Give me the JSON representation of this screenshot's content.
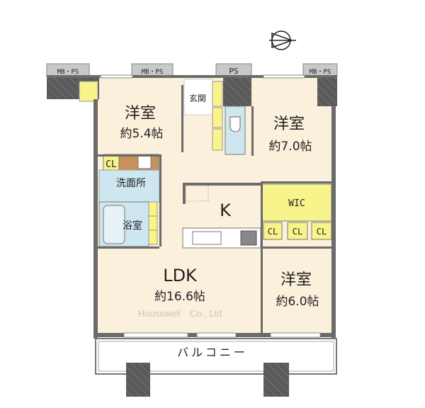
{
  "colors": {
    "room": "#fbf0dc",
    "closet": "#f8f38a",
    "wet": "#cde6ef",
    "wall": "#6b6b6b",
    "box": "#c9c9c9"
  },
  "compass": {
    "icon": "north-arrow-icon"
  },
  "shafts": [
    "MB・PS",
    "MB・PS",
    "PS",
    "MB・PS"
  ],
  "rooms": {
    "western_1": {
      "name": "洋室",
      "size": "約5.4帖"
    },
    "western_2": {
      "name": "洋室",
      "size": "約7.0帖"
    },
    "western_3": {
      "name": "洋室",
      "size": "約6.0帖"
    },
    "entrance": {
      "name": "玄関"
    },
    "washroom": {
      "name": "洗面所"
    },
    "bath": {
      "name": "浴室"
    },
    "kitchen": {
      "name": "K"
    },
    "ldk": {
      "name": "LDK",
      "size": "約16.6帖"
    },
    "wic": {
      "name": "WIC"
    },
    "closets": [
      "CL",
      "CL",
      "CL",
      "CL"
    ],
    "balcony": {
      "name": "バルコニー"
    }
  },
  "watermark": "Housewell　Co., Ltd"
}
